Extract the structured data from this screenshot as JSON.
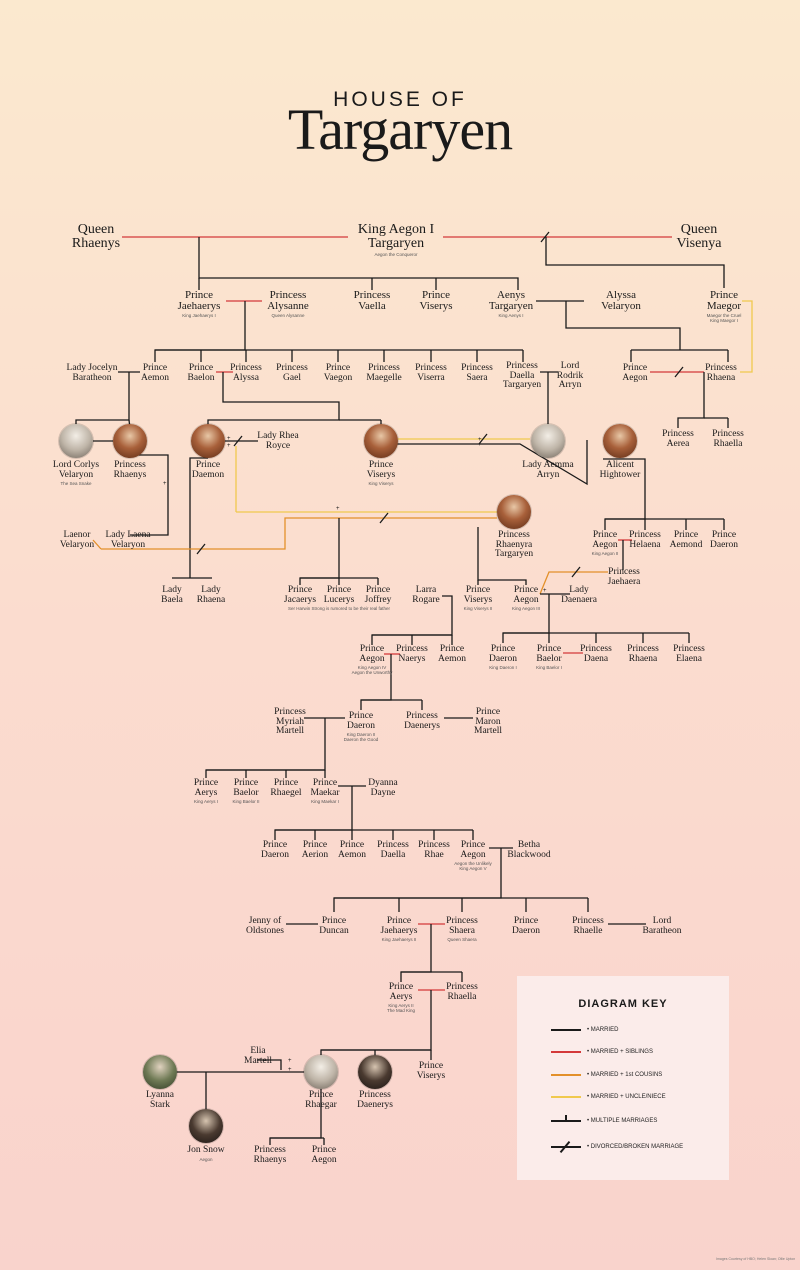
{
  "header": {
    "kicker": "HOUSE OF",
    "title": "Targaryen"
  },
  "colors": {
    "married": "#1a1a1a",
    "married_siblings": "#d4393a",
    "married_cousins": "#e3902a",
    "married_uncle_niece": "#f0c94e"
  },
  "people": {
    "rhaenys_q": "Queen\nRhaenys",
    "aegon1": "King Aegon I\nTargaryen",
    "aegon1_sub": "Aegon the Conqueror",
    "visenya": "Queen\nVisenya",
    "jaehaerys1": "Prince\nJaehaerys",
    "jaehaerys1_sub": "King Jaehaerys I",
    "alysanne": "Princess\nAlysanne",
    "alysanne_sub": "Queen Alysanne",
    "vaella": "Princess\nVaella",
    "viserys_a": "Prince\nViserys",
    "aenys": "Aenys\nTargaryen",
    "aenys_sub": "King Aenys I",
    "alyssa_v": "Alyssa\nVelaryon",
    "maegor": "Prince\nMaegor",
    "maegor_sub": "Maegor the Cruel\nKing Maegor I",
    "jocelyn": "Lady Jocelyn\nBaratheon",
    "aemon_b": "Prince\nAemon",
    "baelon": "Prince\nBaelon",
    "alyssa_p": "Princess\nAlyssa",
    "gael": "Princess\nGael",
    "vaegon": "Prince\nVaegon",
    "maegelle": "Princess\nMaegelle",
    "viserra": "Princess\nViserra",
    "saera": "Princess\nSaera",
    "daella": "Princess\nDaella\nTargaryen",
    "rodrik": "Lord\nRodrik\nArryn",
    "aegon_m": "Prince\nAegon",
    "rhaena_m": "Princess\nRhaena",
    "aerea": "Princess\nAerea",
    "rhaella_m": "Princess\nRhaella",
    "corlys": "Lord Corlys\nVelaryon",
    "corlys_sub": "The Sea Snake",
    "rhaenys_p": "Princess\nRhaenys",
    "daemon": "Prince\nDaemon",
    "rhea": "Lady Rhea\nRoyce",
    "viserys1": "Prince\nViserys",
    "viserys1_sub": "King Viserys",
    "aemma": "Lady Aemma\nArryn",
    "alicent": "Alicent\nHightower",
    "laenor": "Laenor\nVelaryon",
    "laena": "Lady Laena\nVelaryon",
    "rhaenyra": "Princess\nRhaenyra\nTargaryen",
    "aegon2": "Prince\nAegon",
    "aegon2_sub": "King Aegon II",
    "helaena": "Princess\nHelaena",
    "aemond": "Prince\nAemond",
    "daeron_g": "Prince\nDaeron",
    "jaehaera": "Princess\nJaehaera",
    "baela": "Lady\nBaela",
    "rhaena_d": "Lady\nRhaena",
    "jacaerys": "Prince\nJacaerys",
    "lucerys": "Prince\nLucerys",
    "joffrey": "Prince\nJoffrey",
    "velaryon_note": "Ser Harwin Strong is rumored to be their real father",
    "larra": "Larra\nRogare",
    "viserys2": "Prince\nViserys",
    "viserys2_sub": "King Viserys II",
    "aegon3": "Prince\nAegon",
    "aegon3_sub": "King Aegon III",
    "daenaera": "Lady\nDaenaera",
    "aegon4": "Prince\nAegon",
    "aegon4_sub": "King Aegon IV\nAegon the Unworthy",
    "naerys": "Princess\nNaerys",
    "aemon_k": "Prince\nAemon",
    "daeron1": "Prince\nDaeron",
    "daeron1_sub": "King Daeron I",
    "baelor1": "Prince\nBaelor",
    "baelor1_sub": "King Baelor I",
    "daena": "Princess\nDaena",
    "rhaena_b": "Princess\nRhaena",
    "elaena": "Princess\nElaena",
    "myriah": "Princess\nMyriah\nMartell",
    "daeron2": "Prince\nDaeron",
    "daeron2_sub": "King Daeron II\nDaeron the Good",
    "daenerys_m": "Princess\nDaenerys",
    "maron": "Prince\nMaron\nMartell",
    "aerys1": "Prince\nAerys",
    "aerys1_sub": "King Aerys I",
    "baelor_b": "Prince\nBaelor",
    "baelor_b_sub": "King Baelor II",
    "rhaegel": "Prince\nRhaegel",
    "maekar": "Prince\nMaekar",
    "maekar_sub": "King Maekar I",
    "dyanna": "Dyanna\nDayne",
    "daeron_m": "Prince\nDaeron",
    "aerion": "Prince\nAerion",
    "aemon_m": "Prince\nAemon",
    "daella_m": "Princess\nDaella",
    "rhae": "Princess\nRhae",
    "aegon5": "Prince\nAegon",
    "aegon5_sub": "Aegon the Unlikely\nKing Aegon V",
    "betha": "Betha\nBlackwood",
    "jenny": "Jenny of\nOldstones",
    "duncan": "Prince\nDuncan",
    "jaehaerys2": "Prince\nJaehaerys",
    "jaehaerys2_sub": "King Jaehaerys II",
    "shaera": "Princess\nShaera",
    "shaera_sub": "Queen Shaera",
    "daeron_a": "Prince\nDaeron",
    "rhaelle": "Princess\nRhaelle",
    "lord_baratheon": "Lord\nBaratheon",
    "aerys2": "Prince\nAerys",
    "aerys2_sub": "King Aerys II\nThe Mad King",
    "rhaella": "Princess\nRhaella",
    "elia": "Elia\nMartell",
    "lyanna": "Lyanna\nStark",
    "rhaegar": "Prince\nRhaegar",
    "daenerys": "Princess\nDaenerys",
    "viserys3": "Prince\nViserys",
    "jon": "Jon Snow",
    "jon_sub": "Aegon",
    "rhaenys_r": "Princess\nRhaenys",
    "aegon_r": "Prince\nAegon"
  },
  "key": {
    "title": "DIAGRAM KEY",
    "items": [
      {
        "label": "• MARRIED",
        "color": "#1a1a1a",
        "style": "line"
      },
      {
        "label": "• MARRIED + SIBLINGS",
        "color": "#d4393a",
        "style": "line"
      },
      {
        "label": "• MARRIED + 1st COUSINS",
        "color": "#e3902a",
        "style": "line"
      },
      {
        "label": "• MARRIED + UNCLE/NIECE",
        "color": "#f0c94e",
        "style": "line"
      },
      {
        "label": "• MULTIPLE MARRIAGES",
        "color": "#1a1a1a",
        "style": "plus"
      },
      {
        "label": "• DIVORCED/BROKEN MARRIAGE",
        "color": "#1a1a1a",
        "style": "slash"
      }
    ]
  },
  "credit": "Images Courtesy of HBO; Helen Sloan; Ollie Upton"
}
